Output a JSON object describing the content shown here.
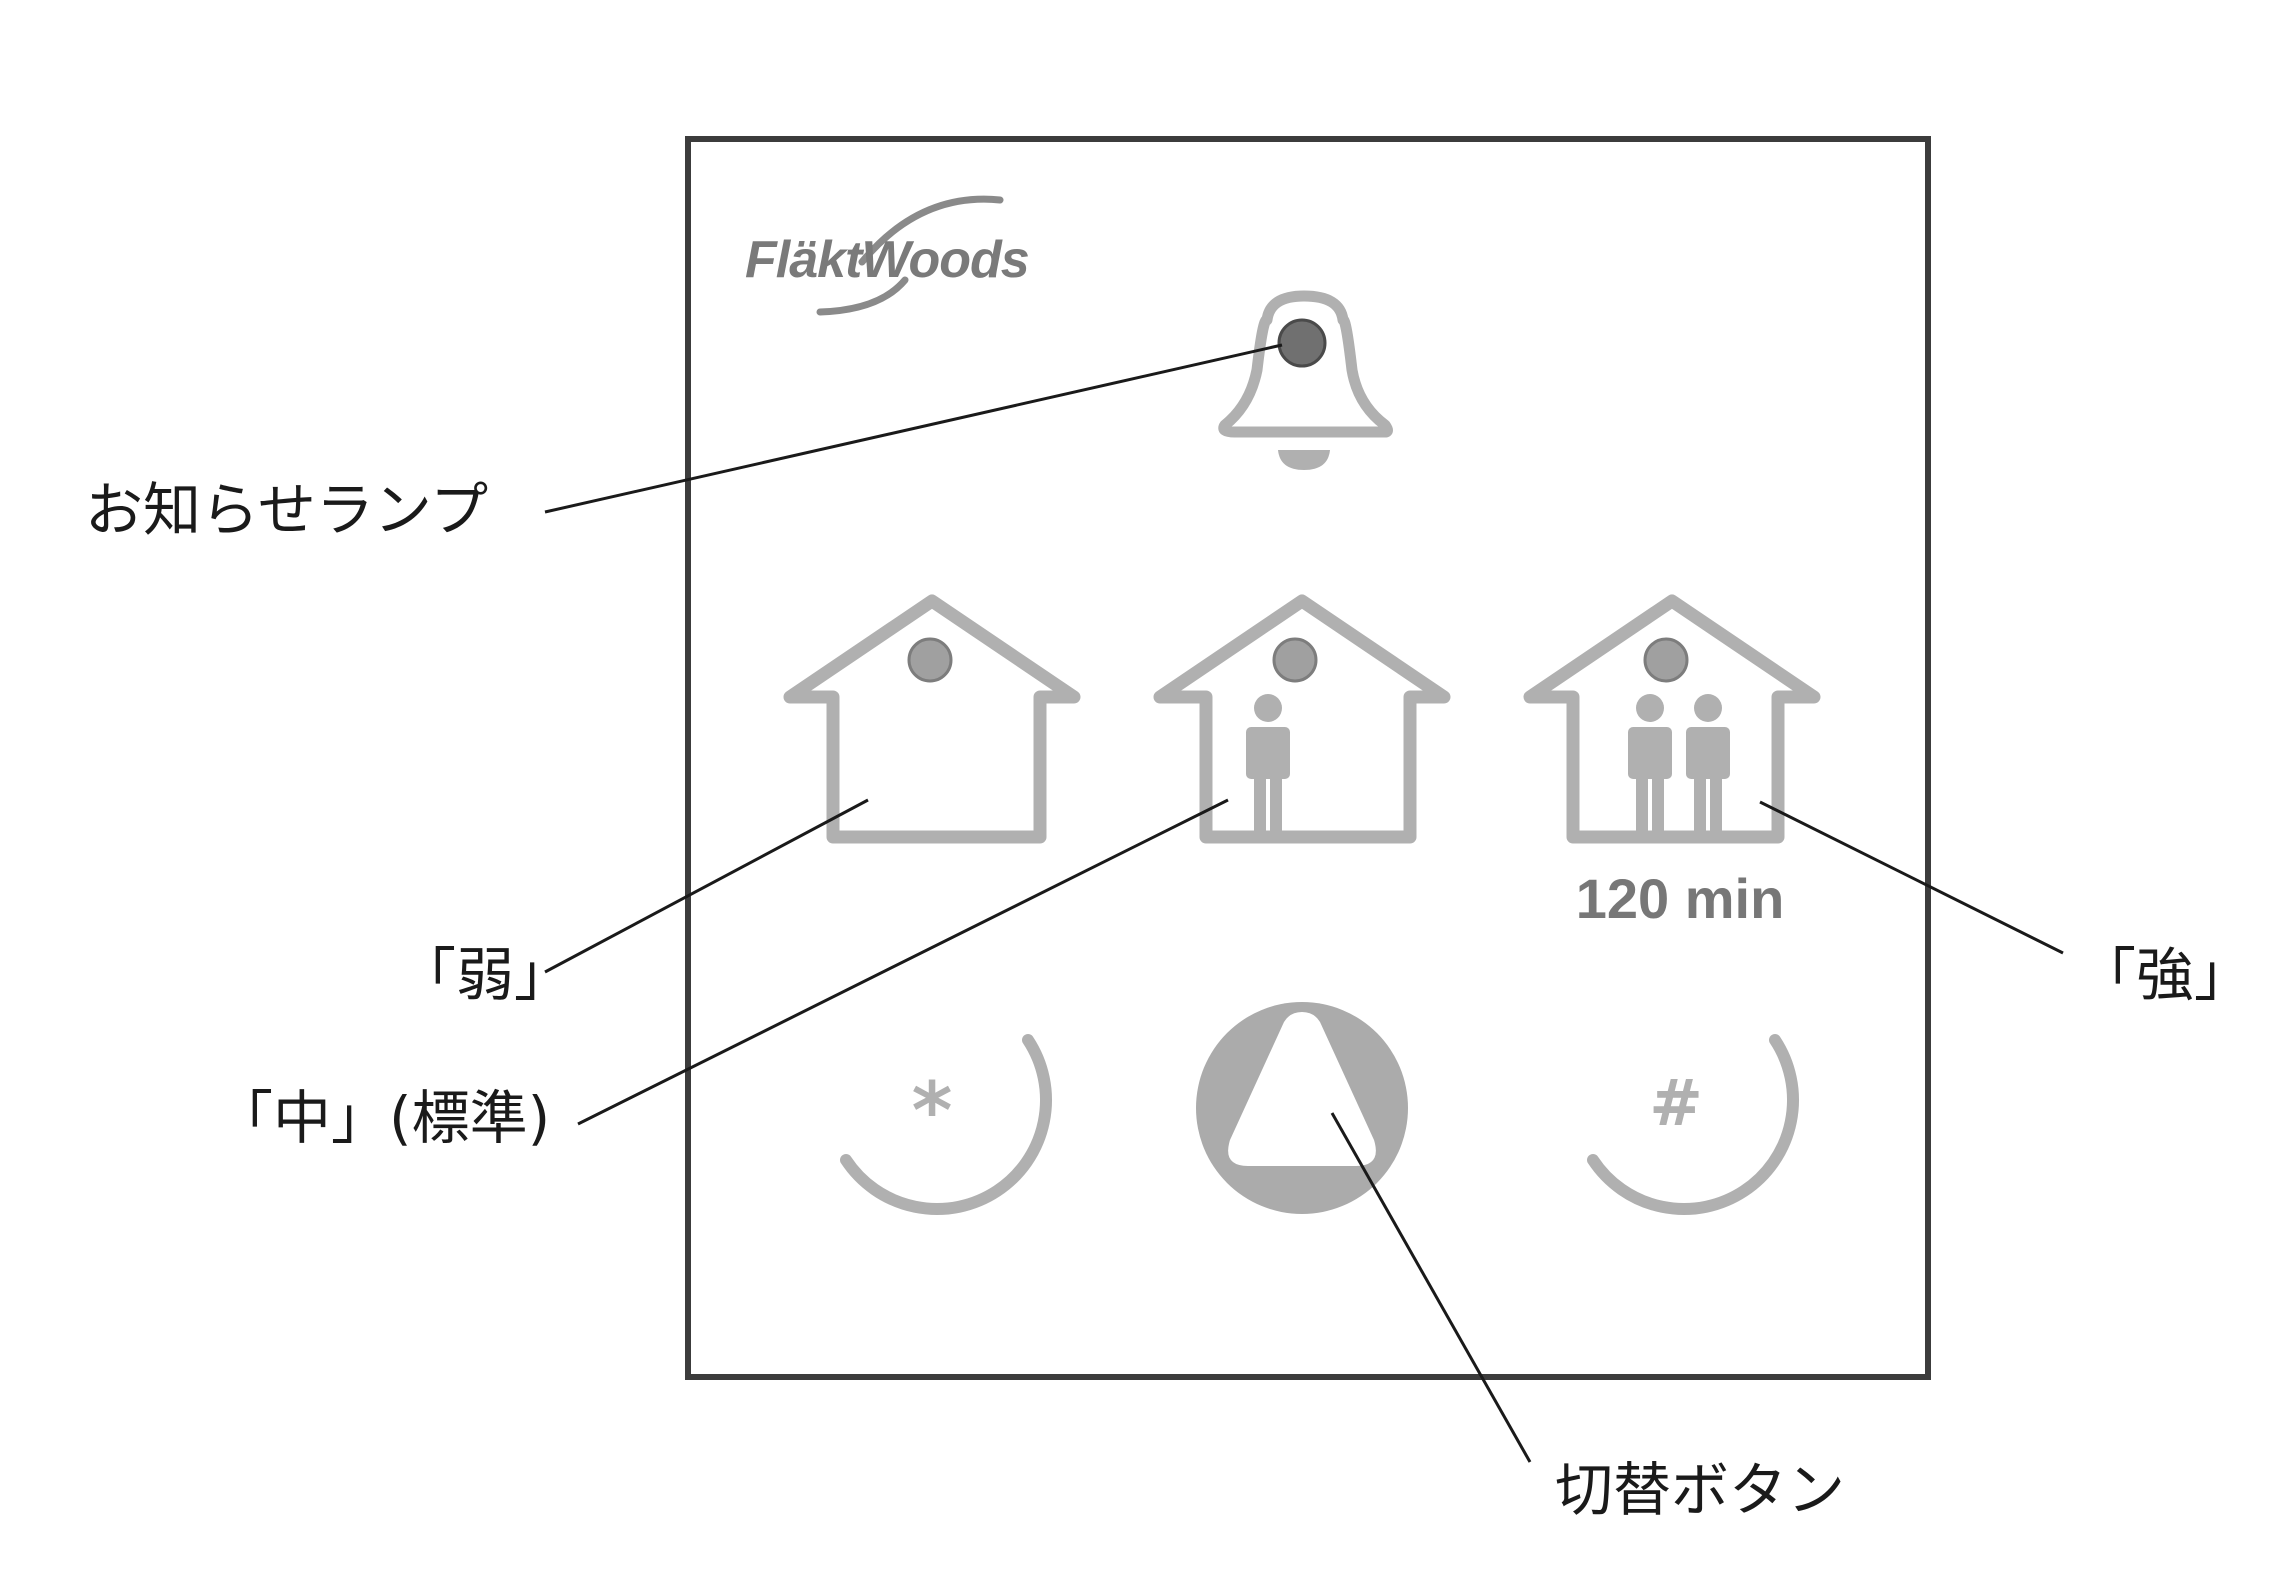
{
  "panel": {
    "brand": "FläktWoods",
    "timer_label": "120 min",
    "key_left_symbol": "*",
    "key_right_symbol": "#",
    "colors": {
      "frame": "#3c3c3c",
      "icon_gray": "#b0b0b0",
      "led_fill": "#a0a0a0",
      "notification_led_fill": "#707070",
      "text_gray": "#777777"
    },
    "icons": [
      "bell-icon",
      "house-icon",
      "person-icon",
      "triangle-icon"
    ]
  },
  "labels": {
    "notification_lamp": "お知らせランプ",
    "weak": "「弱」",
    "medium": "「中」(標準)",
    "strong": "「強」",
    "switch_button": "切替ボタン"
  }
}
